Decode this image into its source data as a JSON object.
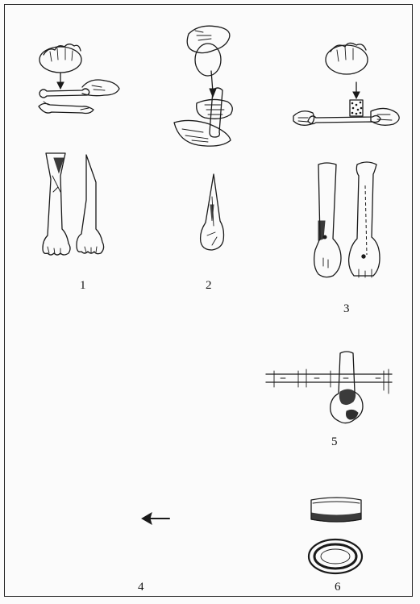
{
  "figure": {
    "labels": {
      "step1": "1",
      "step2": "2",
      "step3": "3",
      "step4": "4",
      "step5": "5",
      "step6": "6"
    }
  }
}
